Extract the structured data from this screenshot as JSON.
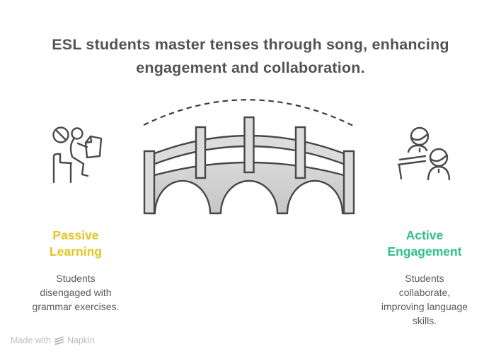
{
  "title": "ESL students master tenses through song, enhancing\nengagement and collaboration.",
  "left_panel": {
    "heading": "Passive\nLearning",
    "heading_color": "#E5C41F",
    "description": "Students\ndisengaged with\ngrammar exercises."
  },
  "right_panel": {
    "heading": "Active\nEngagement",
    "heading_color": "#2FBE87",
    "description": "Students\ncollaborate,\nimproving language\nskills."
  },
  "icons": {
    "left": "disengaged-student-reading-icon",
    "right": "collaborating-students-icon",
    "center": "arch-bridge-icon",
    "connector": "dashed-arc-icon",
    "footer_logo": "napkin-logo-icon"
  },
  "colors": {
    "title_text": "#515456",
    "body_text": "#5b5b5b",
    "icon_stroke": "#474747",
    "bridge_fill_top": "#d8d8d8",
    "bridge_fill_bottom": "#c6c6c6",
    "dashed_arc": "#3f3f3f",
    "footer_text": "#bdbdbd"
  },
  "footer": {
    "made_with": "Made with",
    "brand": "Napkin"
  }
}
